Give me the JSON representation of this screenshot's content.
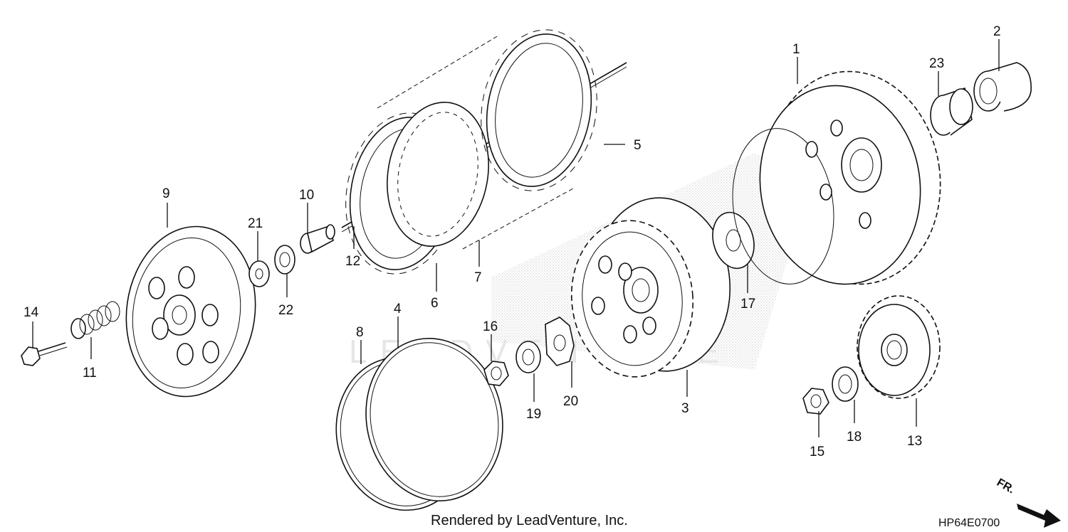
{
  "diagram": {
    "watermark": "LEADVENTURE",
    "footer_text": "Rendered by LeadVenture, Inc.",
    "drawing_code": "HP64E0700",
    "direction_label": "FR.",
    "colors": {
      "ink": "#111111",
      "stipple": "#c8c8c8",
      "background": "#ffffff"
    },
    "callouts": {
      "c1": "1",
      "c2": "2",
      "c3": "3",
      "c4": "4",
      "c5": "5",
      "c6": "6",
      "c7": "7",
      "c8": "8",
      "c9": "9",
      "c10": "10",
      "c11": "11",
      "c12": "12",
      "c13": "13",
      "c14": "14",
      "c15": "15",
      "c16": "16",
      "c17": "17",
      "c18": "18",
      "c19": "19",
      "c20": "20",
      "c21": "21",
      "c22": "22",
      "c23": "23"
    }
  }
}
